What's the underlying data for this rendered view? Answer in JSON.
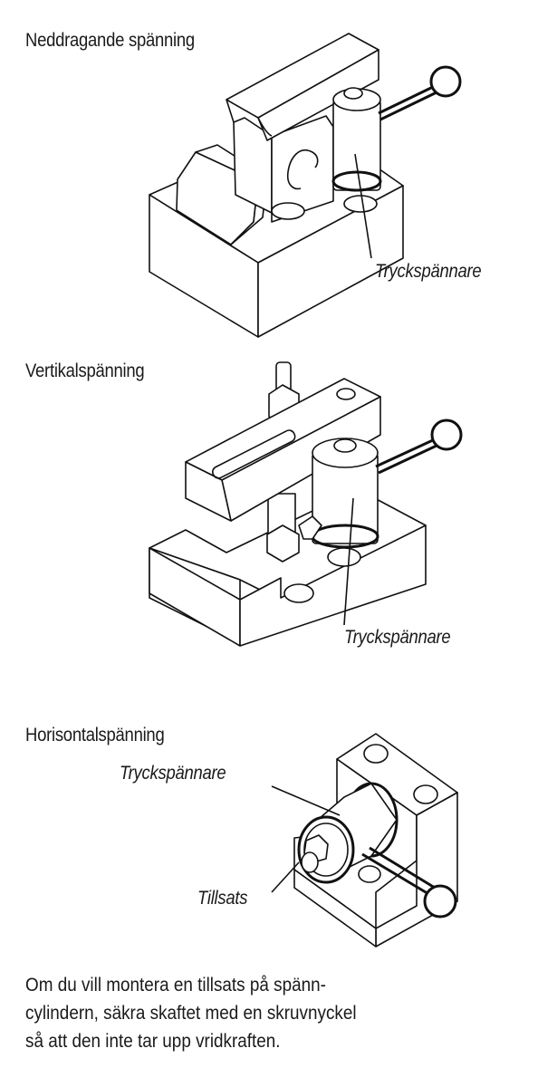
{
  "sections": [
    {
      "title": "Neddragande spänning",
      "callouts": [
        "Tryckspännare"
      ]
    },
    {
      "title": "Vertikalspänning",
      "callouts": [
        "Tryckspännare"
      ]
    },
    {
      "title": "Horisontalspänning",
      "callouts": [
        "Tryckspännare",
        "Tillsats"
      ]
    }
  ],
  "note": {
    "lines": [
      "Om du vill montera en tillsats på spänn-",
      "cylindern, säkra skaftet med en skruvnyckel",
      "så att den inte tar upp vridkraften."
    ]
  }
}
